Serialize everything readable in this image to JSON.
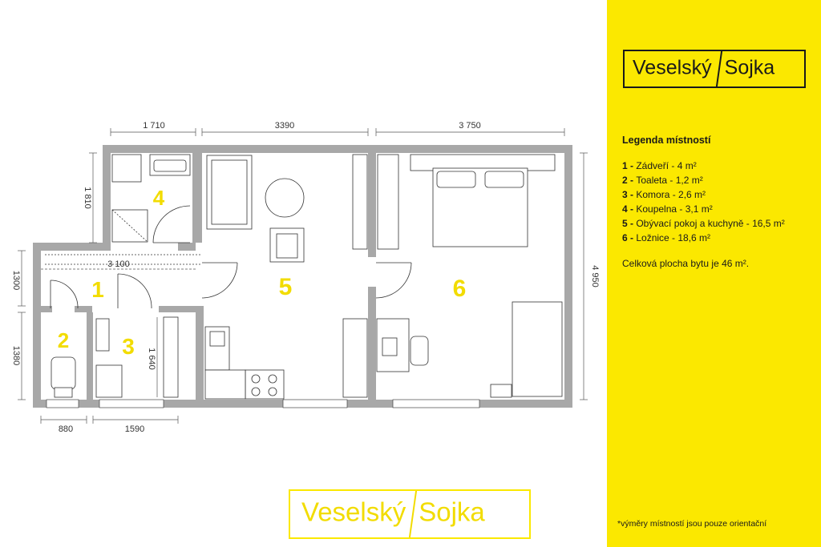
{
  "brand": {
    "name_left": "Veselský",
    "name_right": "Sojka"
  },
  "dimensions": {
    "top": [
      "1 710",
      "3390",
      "3 750"
    ],
    "bottom": [
      "880",
      "1590"
    ],
    "left": [
      "1 810",
      "1300",
      "1380"
    ],
    "right": "4 950",
    "inner_hall": "3 100",
    "inner_storage": "1 640"
  },
  "room_numbers": [
    "1",
    "2",
    "3",
    "4",
    "5",
    "6"
  ],
  "legend": {
    "title": "Legenda místností",
    "items": [
      {
        "num": "1",
        "label": "Zádveří - 4 m²"
      },
      {
        "num": "2",
        "label": "Toaleta - 1,2 m²"
      },
      {
        "num": "3",
        "label": "Komora - 2,6 m²"
      },
      {
        "num": "4",
        "label": "Koupelna - 3,1 m²"
      },
      {
        "num": "5",
        "label": "Obývací pokoj a kuchyně - 16,5 m²"
      },
      {
        "num": "6",
        "label": "Ložnice - 18,6 m²"
      }
    ],
    "total": "Celková plocha bytu je 46 m².",
    "note": "*výměry místností jsou pouze orientační"
  },
  "colors": {
    "accent": "#fbe800",
    "room_number": "#f2dc00",
    "wall": "#a8a8a8",
    "ink": "#1a1a1a"
  }
}
